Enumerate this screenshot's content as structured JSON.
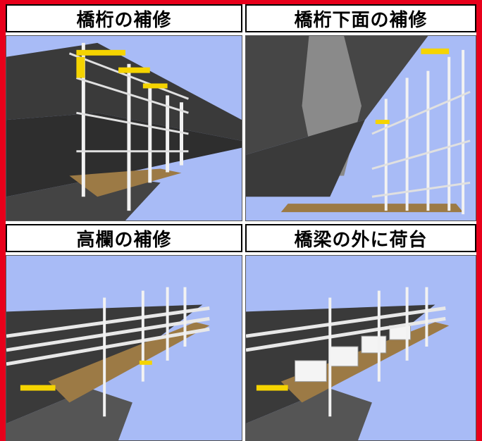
{
  "panels": [
    {
      "title": "橋桁の補修"
    },
    {
      "title": "橋桁下面の補修"
    },
    {
      "title": "高欄の補修"
    },
    {
      "title": "橋梁の外に荷台"
    }
  ],
  "colors": {
    "border": "#e8001b",
    "sky": "#a8bbf6",
    "girder": "#3b3b3b",
    "pipe": "#f2f2f2",
    "clamp": "#f5d400",
    "plank": "#9c7a45"
  }
}
